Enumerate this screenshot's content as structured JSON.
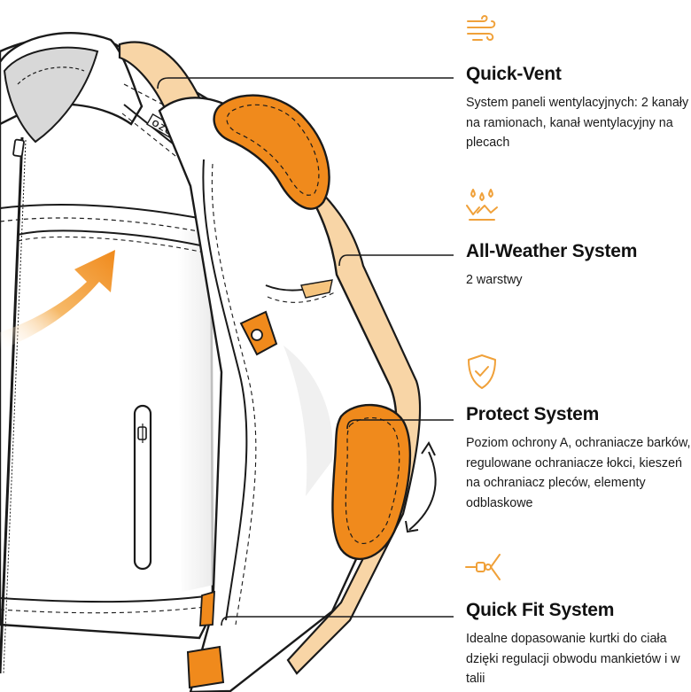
{
  "colors": {
    "accent": "#f0a13a",
    "pad": "#f08a1c",
    "line": "#1a1a1a",
    "text": "#111111"
  },
  "illustration": {
    "subject": "motorcycle-jacket",
    "brand_mark": "OZONE"
  },
  "features": [
    {
      "icon": "wind-icon",
      "title": "Quick-Vent",
      "description": "System paneli wentylacyjnych: 2 kanały na ramionach, kanał wentylacyjny na plecach"
    },
    {
      "icon": "weather-drops-icon",
      "title": "All-Weather System",
      "description": "2 warstwy"
    },
    {
      "icon": "shield-check-icon",
      "title": "Protect System",
      "description": "Poziom ochrony A, ochraniacze barków, regulowane ochraniacze łokci, kieszeń na ochraniacz pleców, elementy odblaskowe"
    },
    {
      "icon": "adjust-strap-icon",
      "title": "Quick Fit System",
      "description": "Idealne dopasowanie kurtki do ciała dzięki regulacji obwodu mankietów i w talii"
    }
  ]
}
